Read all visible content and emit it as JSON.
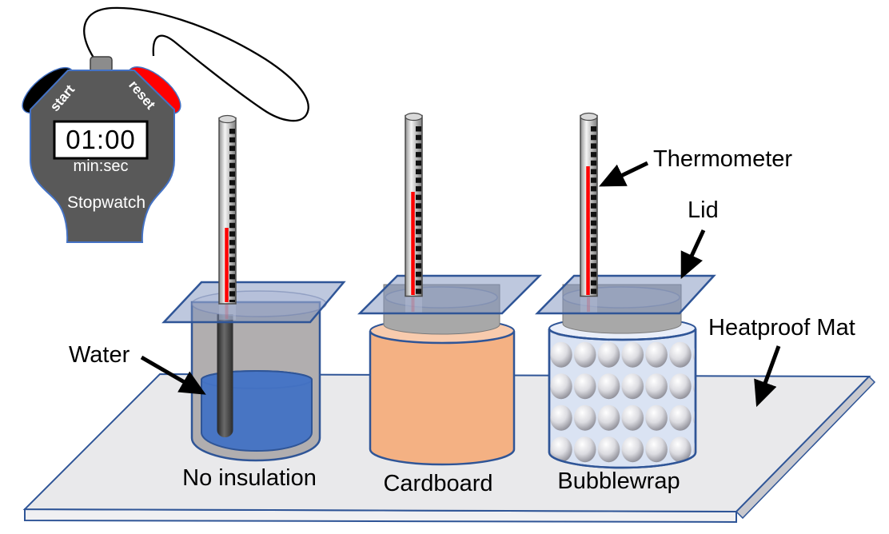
{
  "stopwatch": {
    "start_button": "start",
    "reset_button": "reset",
    "display": "01:00",
    "units": "min:sec",
    "label": "Stopwatch"
  },
  "annotations": {
    "water": "Water",
    "thermometer": "Thermometer",
    "lid": "Lid",
    "heatproof_mat": "Heatproof Mat"
  },
  "beakers": [
    {
      "label": "No insulation"
    },
    {
      "label": "Cardboard"
    },
    {
      "label": "Bubblewrap"
    }
  ],
  "colors": {
    "outline_blue": "#2F5597",
    "stopwatch_body": "#595959",
    "stopwatch_outline": "#4472C4",
    "reset_red": "#FF0000",
    "start_black": "#000000",
    "thermometer_red": "#FE0000",
    "water_body": "#4472C4",
    "water_surface": "#8FAADC",
    "glass_gray": "#B1AEAF",
    "cardboard_orange": "#F4B183",
    "cardboard_rim": "#F8CBAD",
    "bubblewrap_body": "#DAE3F3",
    "bubblewrap_rim": "#E9EEF9",
    "mat_gray": "#E9E9EB",
    "lid_blue": "rgba(126,145,189,0.5)"
  }
}
